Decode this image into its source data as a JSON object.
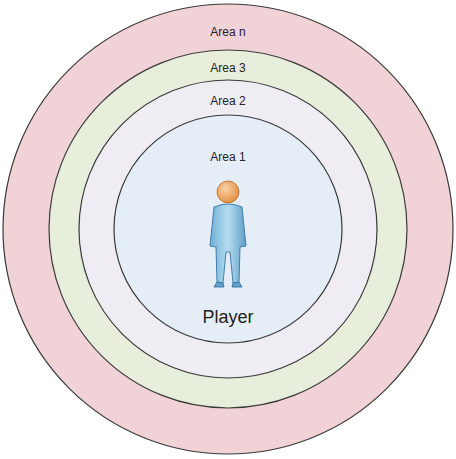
{
  "diagram": {
    "nodes": [
      {
        "text": [
          "Area n"
        ]
      },
      {
        "text": [
          "Area 3"
        ],
        "in": 0
      },
      {
        "text": [
          "Area 2"
        ],
        "in": 1
      },
      {
        "text": [
          "Area 1"
        ],
        "in": 2
      }
    ],
    "labels": [
      "Player"
    ]
  }
}
